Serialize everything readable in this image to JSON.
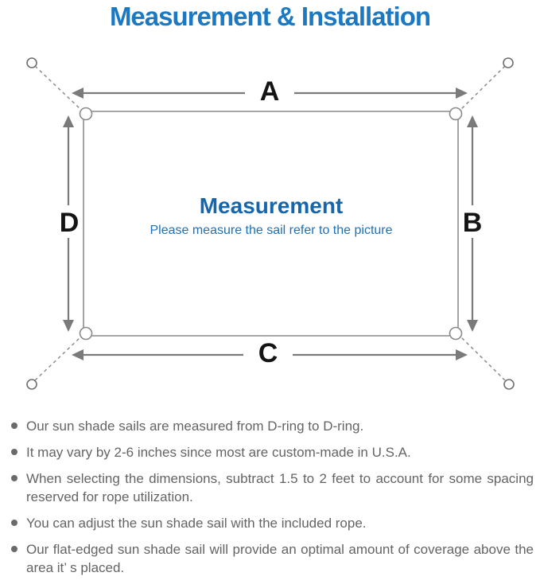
{
  "title": "Measurement & Installation",
  "diagram": {
    "label_a": "A",
    "label_b": "B",
    "label_c": "C",
    "label_d": "D",
    "center_title": "Measurement",
    "center_subtitle": "Please measure the sail refer to the picture"
  },
  "notes": {
    "items": [
      "Our sun shade sails are measured from D-ring to D-ring.",
      "It may vary by 2-6 inches since most are custom-made in U.S.A.",
      "When selecting the dimensions, subtract 1.5 to 2 feet to account for some spacing reserved for rope utilization.",
      "You can adjust the sun shade sail with the included rope.",
      "Our flat-edged sun shade sail will provide an optimal amount of coverage above the area it’ s placed."
    ]
  },
  "colors": {
    "title_blue": "#1b79c3",
    "center_blue": "#1566ad",
    "subtitle_blue": "#1f70b5",
    "note_gray": "#646464",
    "line_gray": "#7a7a7a",
    "sail_border_gray": "#9b9b9b"
  }
}
